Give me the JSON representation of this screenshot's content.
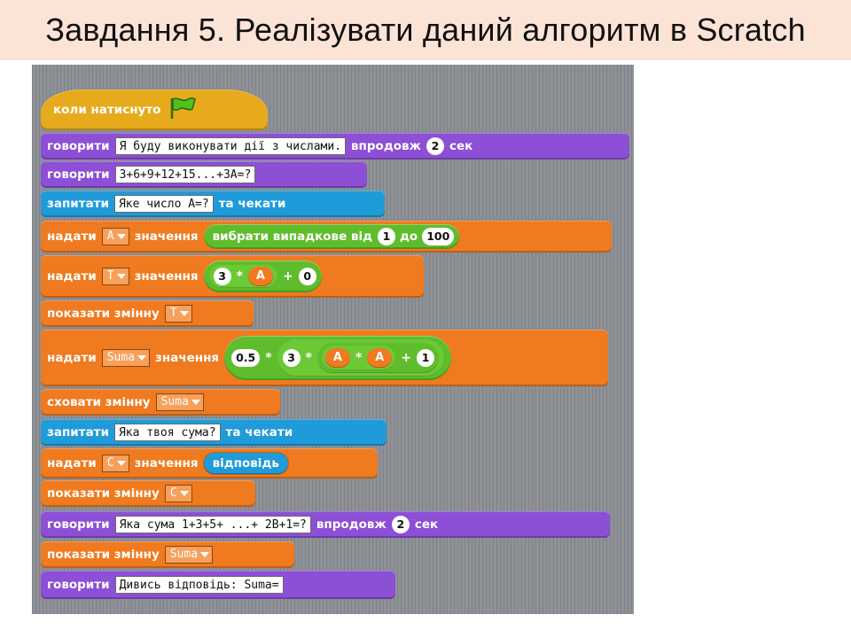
{
  "title": "Завдання 5. Реалізувати даний алгоритм в Scratch",
  "icons": {
    "flag": "green-flag-icon"
  },
  "colors": {
    "looks": "#8c4fd6",
    "data": "#ef7a1f",
    "sensing": "#1f9bd9",
    "events": "#e6aa1c",
    "operators": "#5fbd2d"
  },
  "script": {
    "hat": {
      "label": "коли натиснуто"
    },
    "b1": {
      "kw": "говорити",
      "text": "Я буду виконувати дії з числами.",
      "kw2": "впродовж",
      "num": "2",
      "unit": "сек"
    },
    "b2": {
      "kw": "говорити",
      "text": "3+6+9+12+15...+3А=?"
    },
    "b3": {
      "kw": "запитати",
      "text": "Яке  число А=?",
      "kw2": "та чекати"
    },
    "b4": {
      "kw": "надати",
      "var": "А",
      "kw2": "значення",
      "op_label": "вибрати випадкове від",
      "from": "1",
      "to_label": "до",
      "to": "100"
    },
    "b5": {
      "kw": "надати",
      "var": "Т",
      "kw2": "значення",
      "n1": "3",
      "mul": "*",
      "rvar": "А",
      "plus": "+",
      "n2": "0"
    },
    "b6": {
      "kw": "показати змінну",
      "var": "Т"
    },
    "b7": {
      "kw": "надати",
      "var": "Suma",
      "kw2": "значення",
      "n1": "0.5",
      "mul1": "*",
      "n2": "3",
      "mul2": "*",
      "v1": "А",
      "mul3": "*",
      "v2": "А",
      "plus": "+",
      "n3": "1"
    },
    "b8": {
      "kw": "сховати змінну",
      "var": "Suma"
    },
    "b9": {
      "kw": "запитати",
      "text": "Яка твоя сума?",
      "kw2": "та чекати"
    },
    "b10": {
      "kw": "надати",
      "var": "С",
      "kw2": "значення",
      "reporter": "відповідь"
    },
    "b11": {
      "kw": "показати змінну",
      "var": "С"
    },
    "b12": {
      "kw": "говорити",
      "text": "Яка сума 1+3+5+ ...+ 2В+1=?",
      "kw2": "впродовж",
      "num": "2",
      "unit": "сек"
    },
    "b13": {
      "kw": "показати змінну",
      "var": "Suma"
    },
    "b14": {
      "kw": "говорити",
      "text": "Дивись відповідь: Suma="
    }
  }
}
